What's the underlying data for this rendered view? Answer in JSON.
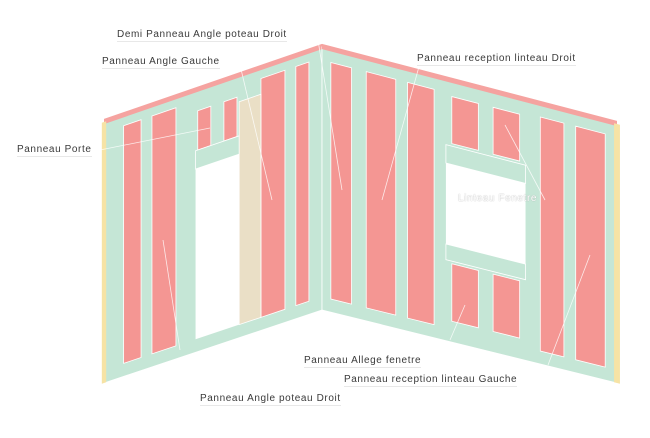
{
  "labels": {
    "demi_angle_droit": "Demi Panneau Angle poteau Droit",
    "angle_gauche": "Panneau Angle Gauche",
    "reception_linteau_droit": "Panneau reception linteau Droit",
    "porte": "Panneau Porte",
    "linteau_fenetre": "Linteau Fenetre",
    "allege_fenetre": "Panneau Allege fenetre",
    "reception_linteau_gauche": "Panneau reception linteau Gauche",
    "angle_poteau_droit": "Panneau Angle poteau Droit"
  },
  "colors": {
    "panel": "#f49693",
    "frame": "#c5e6d6",
    "edge": "#f5a3a0",
    "beige": "#eadfc6",
    "post": "#f6e3a5"
  }
}
